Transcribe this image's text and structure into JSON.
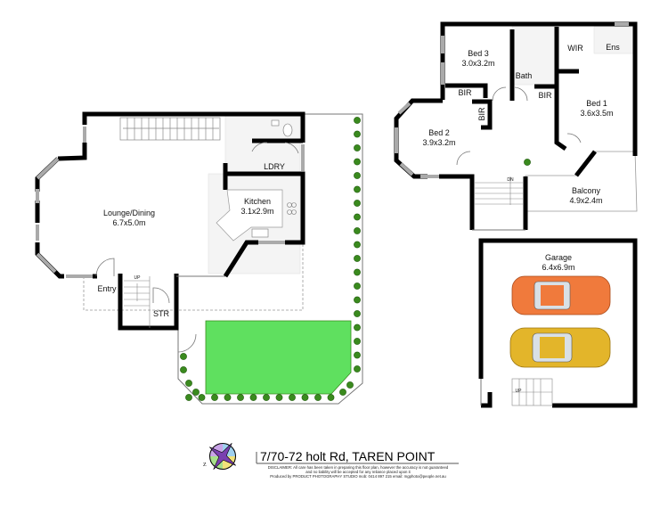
{
  "address": "7/70-72 holt Rd, TAREN POINT",
  "disclaimer": [
    "DISCLAIMER: All care has been taken in preparing this floor plan, however the accuracy is not guaranteed",
    "and no liability will be accepted for any reliance placed upon it",
    "Produced by PRODUCT PHOTOGRAPHY STUDIO mob: 0414 897 215 email: mgphoto@people.net.au"
  ],
  "ground_floor": {
    "lounge": {
      "name": "Lounge/Dining",
      "size": "6.7x5.0m"
    },
    "kitchen": {
      "name": "Kitchen",
      "size": "3.1x2.9m"
    },
    "laundry": "LDRY",
    "entry": "Entry",
    "storage": "STR",
    "stairs": "UP"
  },
  "upper_floor": {
    "bed1": {
      "name": "Bed 1",
      "size": "3.6x3.5m"
    },
    "bed2": {
      "name": "Bed 2",
      "size": "3.9x3.2m"
    },
    "bed3": {
      "name": "Bed 3",
      "size": "3.0x3.2m"
    },
    "bath": "Bath",
    "wir": "WIR",
    "ensuite": "Ens",
    "bir": "BIR",
    "balcony": {
      "name": "Balcony",
      "size": "4.9x2.4m"
    },
    "stairs": "DN"
  },
  "garage": {
    "name": "Garage",
    "size": "6.4x6.9m",
    "stairs": "UP"
  },
  "colors": {
    "lawn": "#5fe05f",
    "car1": "#f07a3c",
    "car2": "#e3b52a",
    "shrub": "#3a8a1e"
  }
}
